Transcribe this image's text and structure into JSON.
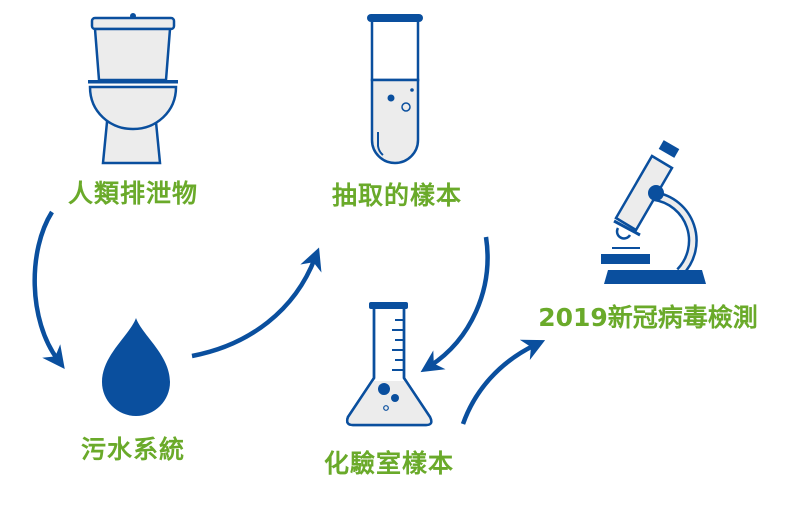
{
  "colors": {
    "primary_blue": "#0a4f9e",
    "label_green": "#6aaa2a",
    "icon_fill": "#ececec"
  },
  "steps": [
    {
      "label": "人類排泄物",
      "icon": "toilet-icon"
    },
    {
      "label": "污水系統",
      "icon": "water-drop-icon"
    },
    {
      "label": "抽取的樣本",
      "icon": "test-tube-icon"
    },
    {
      "label": "化驗室樣本",
      "icon": "flask-icon"
    },
    {
      "label": "2019新冠病毒檢測",
      "icon": "microscope-icon"
    }
  ]
}
